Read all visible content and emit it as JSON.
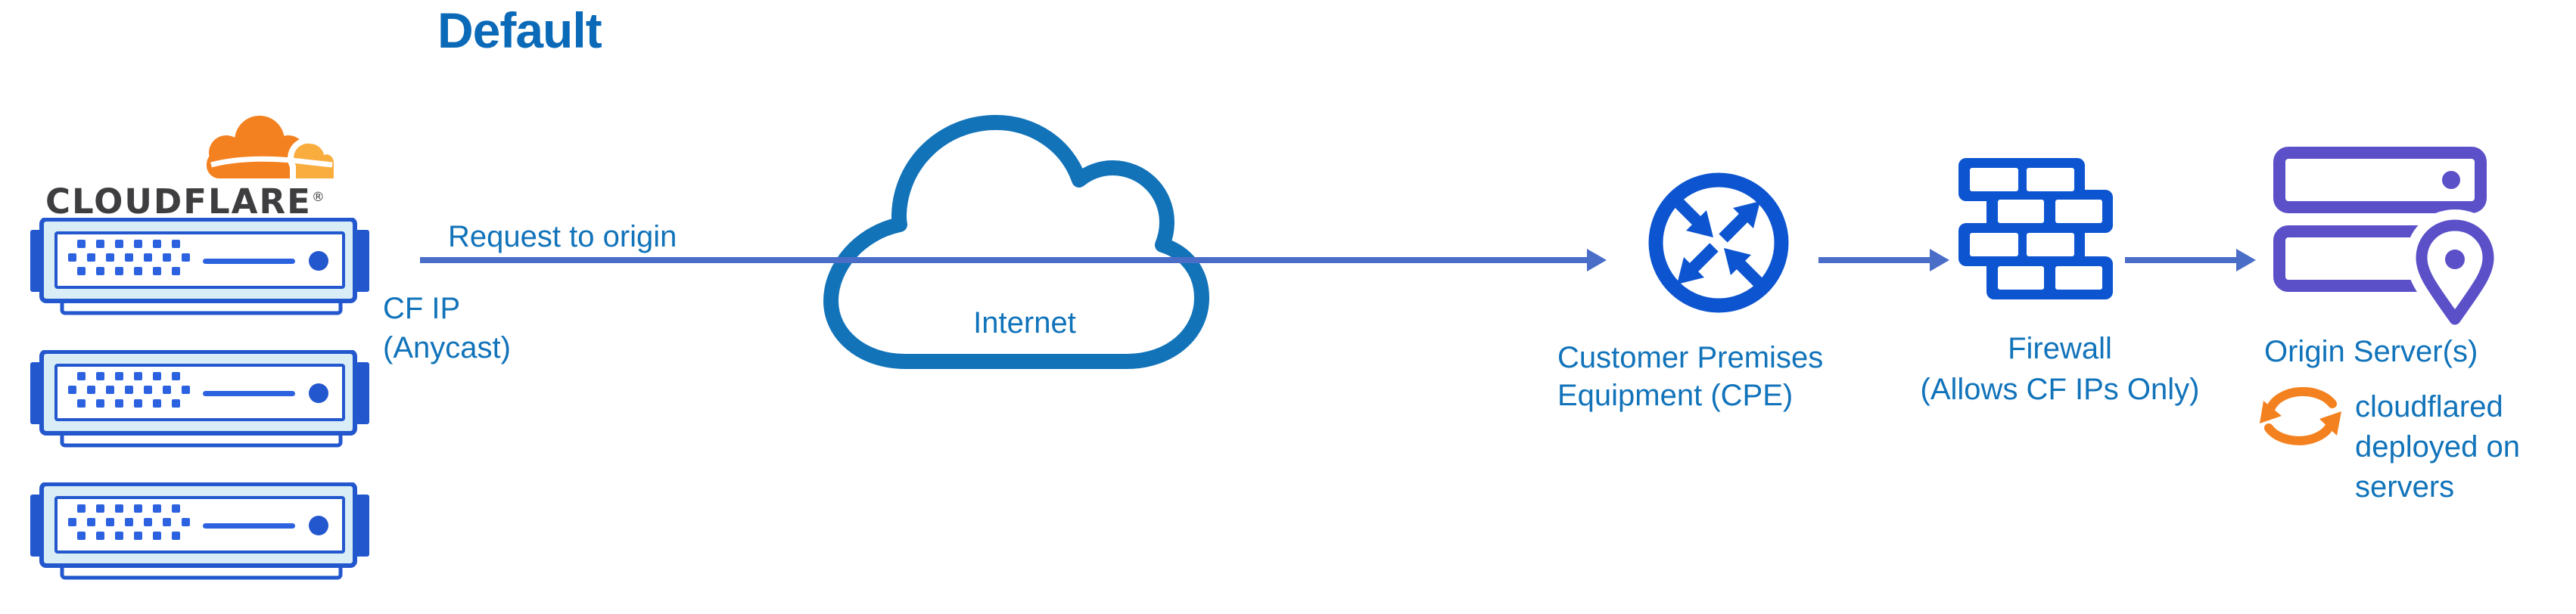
{
  "title": "Default",
  "brand": {
    "wordmark": "CLOUDFLARE",
    "registered": "®"
  },
  "labels": {
    "request": "Request to origin",
    "cf_ip_line1": "CF IP",
    "cf_ip_line2": "(Anycast)",
    "internet": "Internet",
    "cpe_line1": "Customer Premises",
    "cpe_line2": "Equipment (CPE)",
    "firewall_line1": "Firewall",
    "firewall_line2": "(Allows CF IPs Only)",
    "origin": "Origin Server(s)",
    "cloudflared_line1": "cloudflared",
    "cloudflared_line2": "deployed on",
    "cloudflared_line3": "servers"
  },
  "icons": {
    "cloudflare_logo": "cloudflare-cloud",
    "edge_server": "server-rack-unit",
    "internet": "cloud-outline",
    "cpe": "circle-exchange-arrows-router",
    "firewall": "brick-wall",
    "origin_servers": "stacked-servers-with-location-pin",
    "cloudflared": "sync-circular-arrows",
    "connector": "right-arrow"
  },
  "colors": {
    "title": "#0b6ab8",
    "label": "#1173ba",
    "arrow": "#4a6dc8",
    "icon_blue": "#0d55d0",
    "cloud_stroke": "#1273b9",
    "server_border": "#2257ce",
    "server_fill": "#d9edf6",
    "server_dot": "#2c62e0",
    "purple": "#5b50c8",
    "orange": "#f48120",
    "orange_light": "#faad3f",
    "wordmark": "#3e3e40",
    "bg": "#ffffff"
  }
}
